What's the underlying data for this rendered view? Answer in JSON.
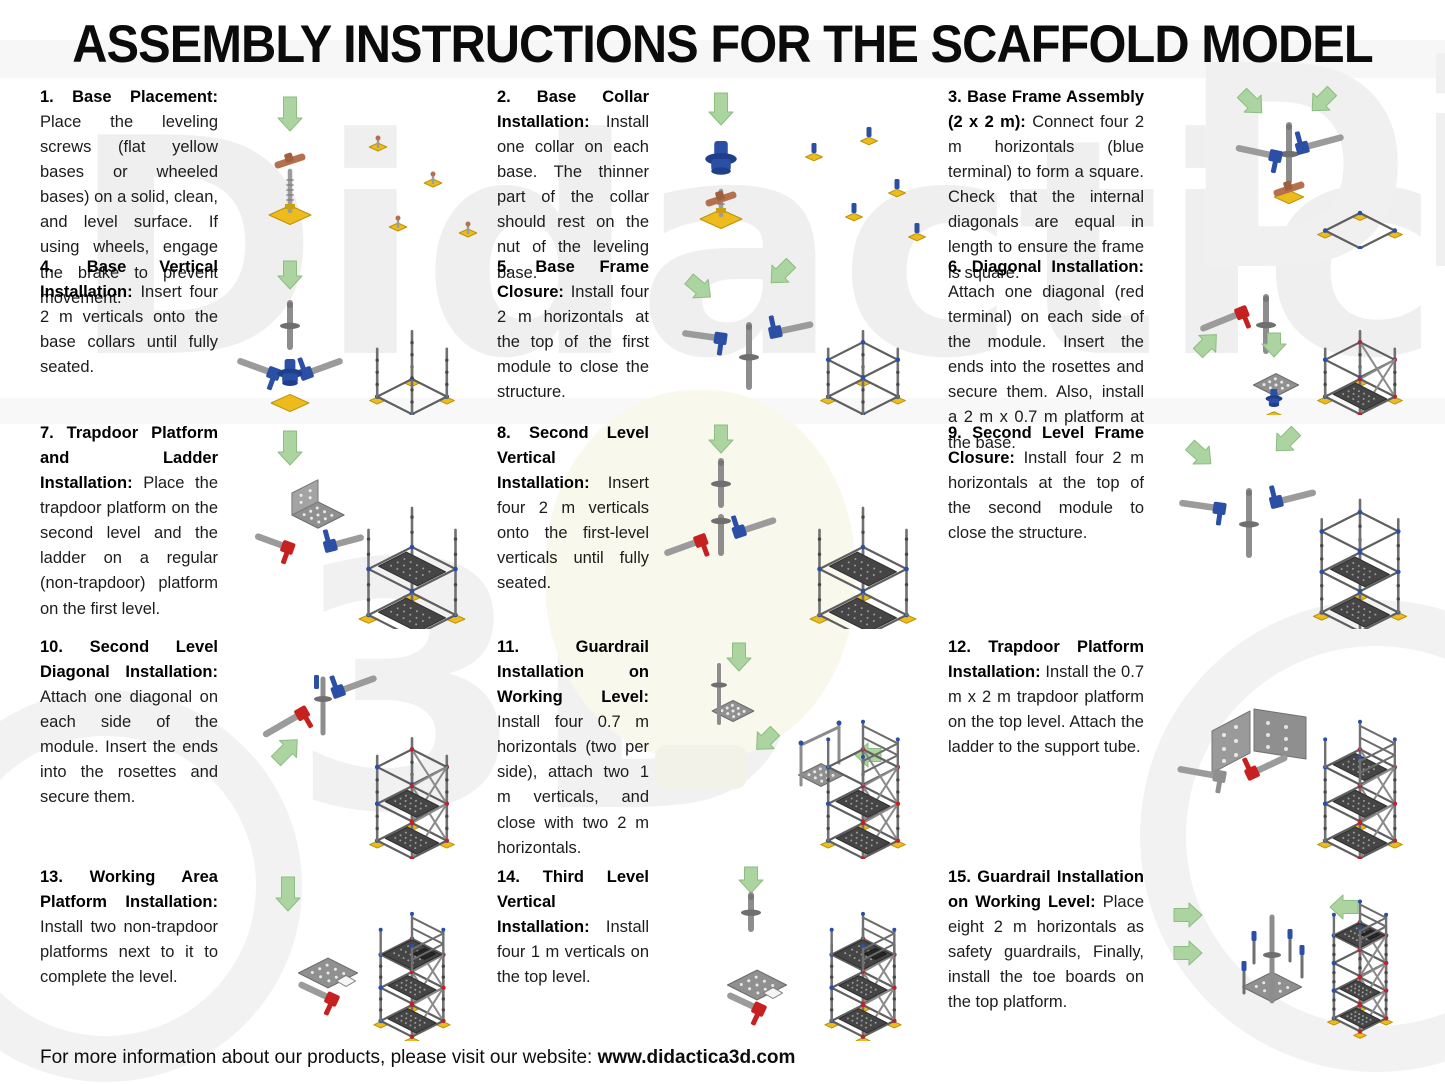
{
  "page": {
    "title": "ASSEMBLY INSTRUCTIONS FOR THE SCAFFOLD MODEL",
    "footer_prefix": "For more information about our products, please visit our website: ",
    "footer_link": "www.didactica3d.com"
  },
  "colors": {
    "arrow_green": "#abd4a0",
    "base_yellow": "#eebb1d",
    "clamp_blue": "#2a4fa5",
    "clamp_red": "#c62020",
    "tube_gray": "#8d8d8d",
    "copper_handle": "#b5714e"
  },
  "steps": [
    {
      "heading": "1. Base Placement:",
      "body": "Place the leveling screws (flat yellow bases or wheeled bases) on a solid, clean, and level surface. If using wheels, engage the brake to prevent movement.",
      "illustration": "leveling-base-placement"
    },
    {
      "heading": "2. Base Collar Installation:",
      "body": "Install one collar on each base. The thinner part of the collar should rest on the nut of the leveling base.",
      "illustration": "base-collar-installation"
    },
    {
      "heading": "3. Base Frame Assembly (2 x 2 m):",
      "body": "Connect four 2 m horizontals (blue terminal) to form a square. Check that the internal diagonals are equal in length to ensure the frame is square.",
      "illustration": "base-frame-square"
    },
    {
      "heading": "4. Base Vertical Installation:",
      "body": "Insert four 2 m verticals onto the base collars until fully seated.",
      "illustration": "base-verticals"
    },
    {
      "heading": "5. Base Frame Closure:",
      "body": "Install four 2 m horizontals at the top of the first module to close the structure.",
      "illustration": "first-module-closure"
    },
    {
      "heading": "6. Diagonal Installation:",
      "body": "Attach one diagonal (red terminal) on each side of the module. Insert the ends into the rosettes and secure them. Also, install a 2 m x 0.7 m platform at the base.",
      "illustration": "diagonals-and-base-platform"
    },
    {
      "heading": "7. Trapdoor Platform and Ladder Installation:",
      "body": "Place the trapdoor platform on the second level and the ladder on a regular (non-trapdoor) platform on the first level.",
      "illustration": "trapdoor-platform-ladder"
    },
    {
      "heading": "8. Second Level Vertical Installation:",
      "body": "Insert four 2 m verticals onto the first-level verticals until fully seated.",
      "illustration": "second-level-verticals"
    },
    {
      "heading": "9. Second Level Frame Closure:",
      "body": "Install four 2 m horizontals at the top of the second module to close the structure.",
      "illustration": "second-module-closure"
    },
    {
      "heading": "10. Second Level Diagonal Installation:",
      "body": "Attach one diagonal on each side of the module. Insert the ends into the rosettes and secure them.",
      "illustration": "second-level-diagonals"
    },
    {
      "heading": "11. Guardrail Installation on Working Level:",
      "body": "Install four 0.7 m horizontals (two per side), attach two 1 m verticals, and close with two 2 m horizontals.",
      "illustration": "guardrail-working-level"
    },
    {
      "heading": "12. Trapdoor Platform Installation:",
      "body": "Install the 0.7 m x 2 m trapdoor platform on the top level. Attach the ladder to the support tube.",
      "illustration": "top-trapdoor-platform"
    },
    {
      "heading": "13. Working Area Platform Installation:",
      "body": "Install two non-trapdoor platforms next to it to complete the level.",
      "illustration": "working-area-platforms"
    },
    {
      "heading": "14. Third Level Vertical Installation:",
      "body": "Install four 1 m verticals on the top level.",
      "illustration": "third-level-verticals"
    },
    {
      "heading": "15. Guardrail Installation on Working Level:",
      "body": "Place eight 2 m horizontals as safety guardrails, Finally, install the toe boards on the top platform.",
      "illustration": "top-guardrails-toe-boards"
    }
  ]
}
